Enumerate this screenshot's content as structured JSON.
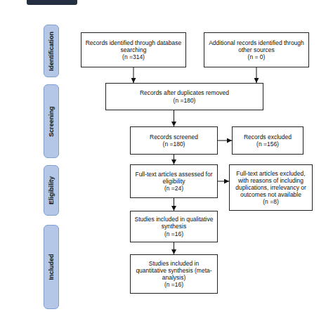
{
  "diagram": {
    "nodes": [
      {
        "text": [
          "Identification"
        ]
      },
      {
        "text": [
          "Screening"
        ]
      },
      {
        "text": [
          "Eligibility"
        ]
      },
      {
        "text": [
          "Included"
        ]
      },
      {
        "text": [
          "Records identified through database searching",
          "(n =314)"
        ]
      },
      {
        "text": [
          "Additional records identified through other sources",
          "(n = 0)"
        ]
      },
      {
        "text": [
          "Records after duplicates removed",
          "(n =180)"
        ]
      },
      {
        "text": [
          "Records screened",
          "(n =180)"
        ]
      },
      {
        "text": [
          "Records excluded",
          "(n =156)"
        ]
      },
      {
        "text": [
          "Full-text articles assessed for eligibility",
          "(n =24)"
        ]
      },
      {
        "text": [
          "Full-text articles excluded, with reasons of including duplications, irrelevancy or outcomes not available",
          "(n =8)"
        ]
      },
      {
        "text": [
          "Studies included in qualitative synthesis",
          "(n =16)"
        ]
      },
      {
        "text": [
          "Studies included in quantitative synthesis (meta-analysis)",
          "(n =16)"
        ]
      }
    ],
    "edges": [
      {
        "from": 4,
        "to": 6,
        "arrow": "to"
      },
      {
        "from": 5,
        "to": 6,
        "arrow": "to"
      },
      {
        "from": 6,
        "to": 7,
        "arrow": "to"
      },
      {
        "from": 7,
        "to": 8,
        "arrow": "to"
      },
      {
        "from": 7,
        "to": 9,
        "arrow": "to"
      },
      {
        "from": 9,
        "to": 10,
        "arrow": "to"
      },
      {
        "from": 9,
        "to": 11,
        "arrow": "to"
      },
      {
        "from": 11,
        "to": 12,
        "arrow": "to"
      }
    ]
  }
}
